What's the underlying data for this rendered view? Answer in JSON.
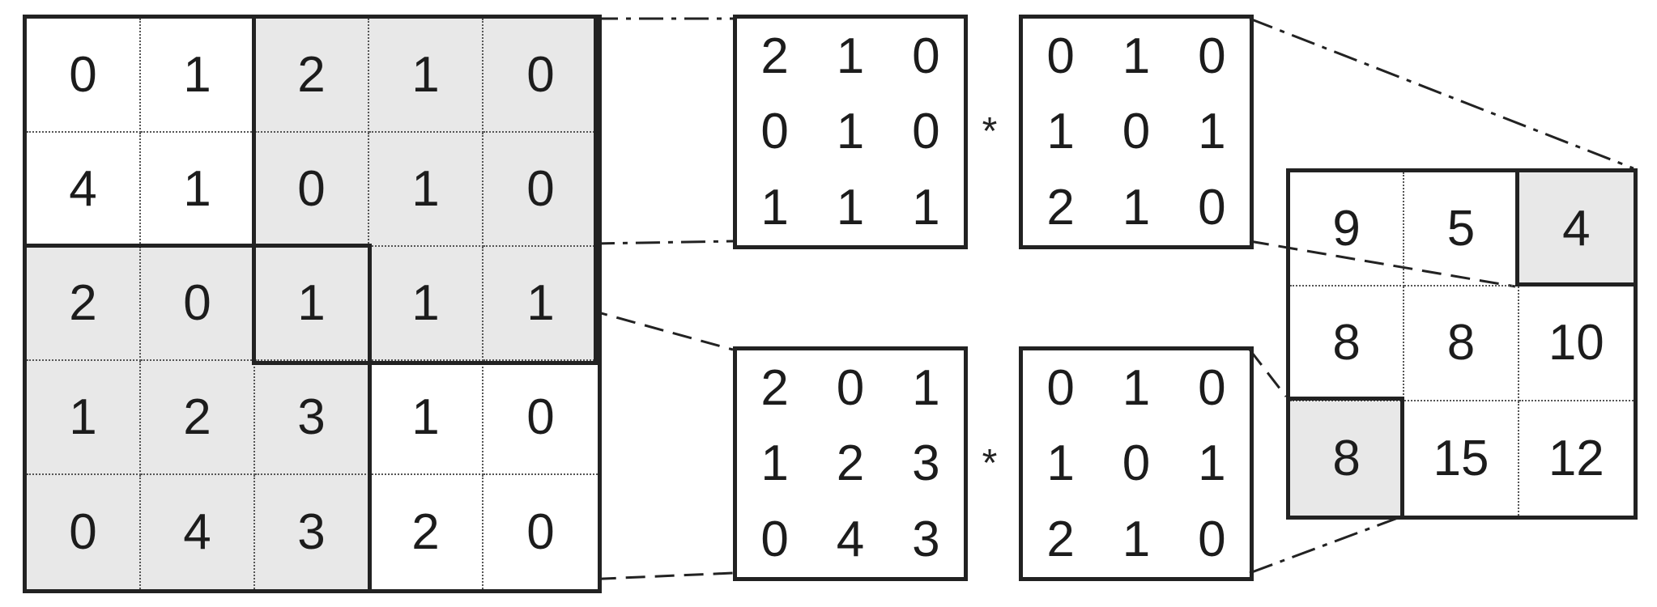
{
  "input_matrix": [
    [
      "0",
      "1",
      "2",
      "1",
      "0"
    ],
    [
      "4",
      "1",
      "0",
      "1",
      "0"
    ],
    [
      "2",
      "0",
      "1",
      "1",
      "1"
    ],
    [
      "1",
      "2",
      "3",
      "1",
      "0"
    ],
    [
      "0",
      "4",
      "3",
      "2",
      "0"
    ]
  ],
  "input_shaded": [
    [
      false,
      false,
      true,
      true,
      true
    ],
    [
      false,
      false,
      true,
      true,
      true
    ],
    [
      true,
      true,
      true,
      true,
      true
    ],
    [
      true,
      true,
      true,
      false,
      false
    ],
    [
      true,
      true,
      true,
      false,
      false
    ]
  ],
  "operator_symbol": "*",
  "top_operation": {
    "patch": [
      [
        "2",
        "1",
        "0"
      ],
      [
        "0",
        "1",
        "0"
      ],
      [
        "1",
        "1",
        "1"
      ]
    ],
    "kernel": [
      [
        "0",
        "1",
        "0"
      ],
      [
        "1",
        "0",
        "1"
      ],
      [
        "2",
        "1",
        "0"
      ]
    ]
  },
  "bottom_operation": {
    "patch": [
      [
        "2",
        "0",
        "1"
      ],
      [
        "1",
        "2",
        "3"
      ],
      [
        "0",
        "4",
        "3"
      ]
    ],
    "kernel": [
      [
        "0",
        "1",
        "0"
      ],
      [
        "1",
        "0",
        "1"
      ],
      [
        "2",
        "1",
        "0"
      ]
    ]
  },
  "output_matrix": [
    [
      "9",
      "5",
      "4"
    ],
    [
      "8",
      "8",
      "10"
    ],
    [
      "8",
      "15",
      "12"
    ]
  ],
  "output_shaded": [
    [
      false,
      false,
      true
    ],
    [
      false,
      false,
      false
    ],
    [
      true,
      false,
      false
    ]
  ],
  "colors": {
    "line": "#222222",
    "shade": "#e8e8e8",
    "dotted": "#555555"
  }
}
